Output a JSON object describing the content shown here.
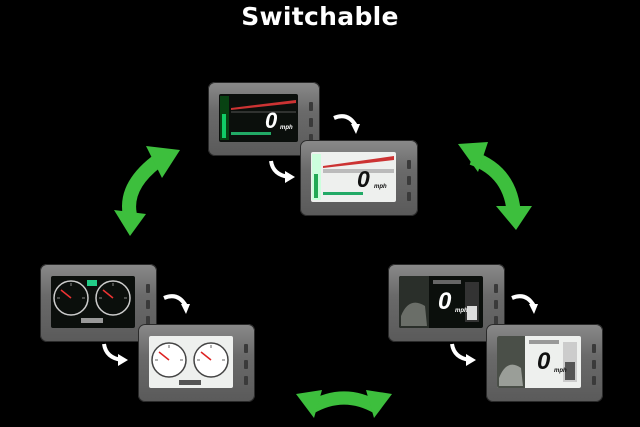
{
  "title": "Switchable",
  "colors": {
    "background": "#000000",
    "accent_arrow": "#3dbf3d",
    "small_arrow": "#ffffff",
    "device_bezel": "#6e6e6e"
  },
  "displays": {
    "top_front": {
      "speed": "0",
      "unit": "mph",
      "theme": "dark"
    },
    "top_back": {
      "speed": "0",
      "unit": "mph",
      "theme": "light"
    },
    "right_front": {
      "speed": "0",
      "unit": "mph",
      "theme": "dark"
    },
    "right_back": {
      "speed": "0",
      "unit": "mph",
      "theme": "light"
    },
    "left_front": {
      "theme": "dark-gauges"
    },
    "left_back": {
      "theme": "light-gauges"
    }
  }
}
